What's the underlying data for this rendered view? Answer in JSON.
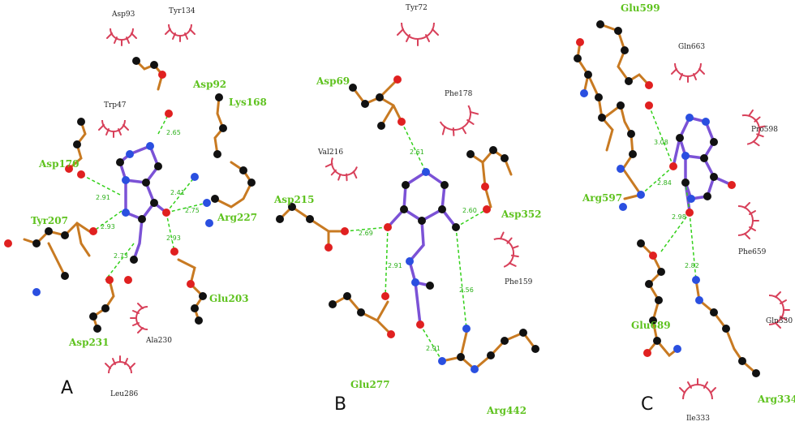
{
  "colors": {
    "ligand_bond": "#7b52d6",
    "residue_bond": "#c87a22",
    "hbond": "#33d01a",
    "hydrophobic": "#d8405a",
    "carbon": "#111111",
    "oxygen": "#e02020",
    "nitrogen": "#2a4fe0",
    "label_green": "#5ec21e"
  },
  "panels": [
    {
      "letter": "A",
      "hbond_residues": [
        "Asp92",
        "Lys168",
        "Asp170",
        "Tyr207",
        "Arg227",
        "Glu203",
        "Asp231"
      ],
      "hydrophobic_residues": [
        "Asp93",
        "Tyr134",
        "Trp47",
        "Ala230",
        "Leu286"
      ],
      "distances": [
        "2.65",
        "2.41",
        "2.91",
        "2.93",
        "2.73",
        "2.93",
        "2.75"
      ]
    },
    {
      "letter": "B",
      "hbond_residues": [
        "Asp69",
        "Asp215",
        "Asp352",
        "Glu277",
        "Arg442"
      ],
      "hydrophobic_residues": [
        "Tyr72",
        "Phe178",
        "Val216",
        "Phe159"
      ],
      "distances": [
        "2.61",
        "2.69",
        "2.60",
        "2.91",
        "2.56",
        "2.91"
      ]
    },
    {
      "letter": "C",
      "hbond_residues": [
        "Glu599",
        "Arg597",
        "Glu689",
        "Arg334"
      ],
      "hydrophobic_residues": [
        "Gln663",
        "Pro598",
        "Phe659",
        "Gln330",
        "Ile333"
      ],
      "distances": [
        "3.08",
        "2.84",
        "2.98",
        "2.82"
      ]
    }
  ]
}
